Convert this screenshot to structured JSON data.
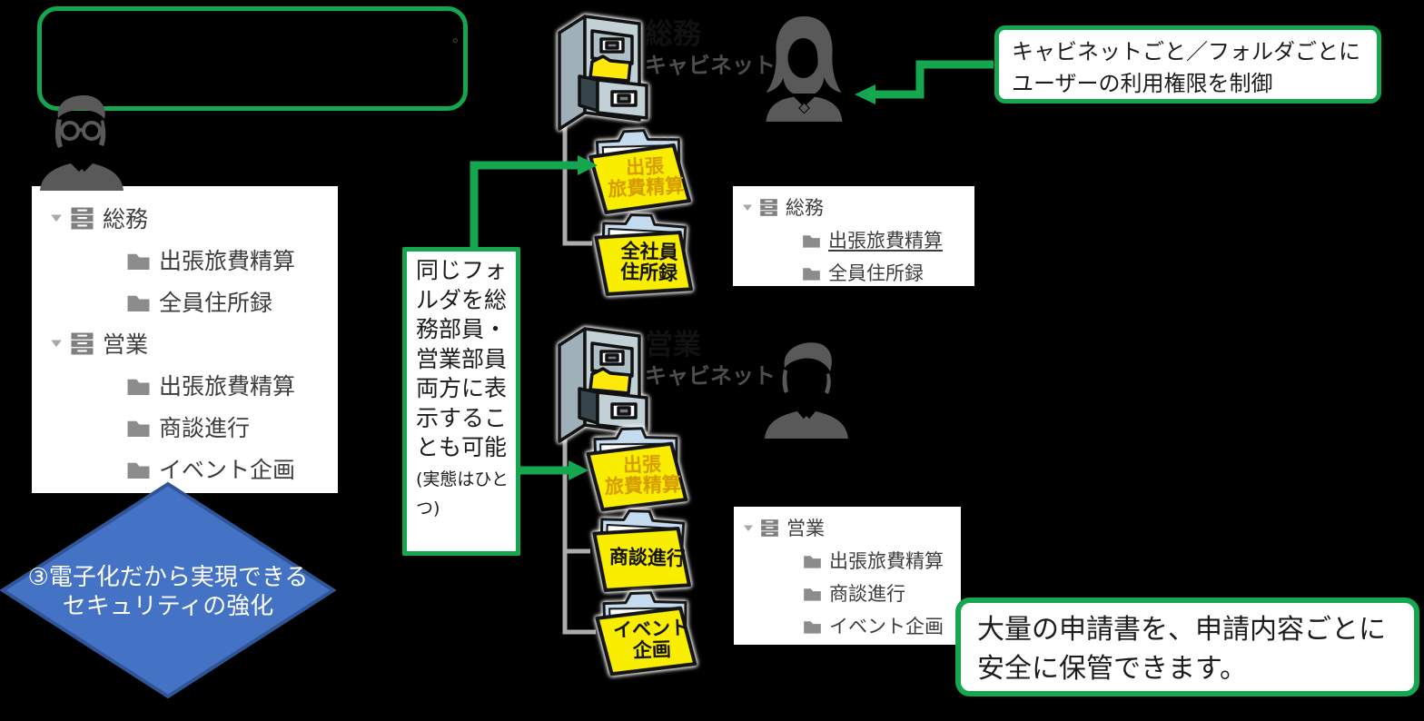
{
  "colors": {
    "accent_green": "#14A750",
    "diamond_fill": "#4472C4",
    "diamond_border": "#2F5597",
    "folder_yellow": "#F9ED00",
    "folder_tab_blue": "#C5DCF0",
    "shared_folder_text_orange": "#D69C00",
    "tree_icon_gray": "#7F7F7F",
    "connector_gray": "#ACACAC",
    "silhouette_gray": "#595959"
  },
  "speech_bubble": {
    "visible_char": "。"
  },
  "diamond": {
    "line1": "③電子化だから実現できる",
    "line2": "セキュリティの強化"
  },
  "left_tree": {
    "items": [
      {
        "type": "cabinet",
        "label": "総務"
      },
      {
        "type": "folder",
        "label": "出張旅費精算"
      },
      {
        "type": "folder",
        "label": "全員住所録"
      },
      {
        "type": "cabinet",
        "label": "営業"
      },
      {
        "type": "folder",
        "label": "出張旅費精算"
      },
      {
        "type": "folder",
        "label": "商談進行"
      },
      {
        "type": "folder",
        "label": "イベント企画"
      }
    ]
  },
  "cabinets": {
    "somu": {
      "title": "総務",
      "subtitle": "キャビネット",
      "folders": [
        {
          "line1": "出張",
          "line2": "旅費精算"
        },
        {
          "line1": "全社員",
          "line2": "住所録"
        }
      ]
    },
    "eigyo": {
      "title": "営業",
      "subtitle": "キャビネット",
      "folders": [
        {
          "line1": "出張",
          "line2": "旅費精算"
        },
        {
          "line1": "商談進行",
          "line2": ""
        },
        {
          "line1": "イベント",
          "line2": "企画"
        }
      ]
    }
  },
  "right_trees": {
    "somu": {
      "items": [
        {
          "type": "cabinet",
          "label": "総務"
        },
        {
          "type": "folder",
          "label": "出張旅費精算",
          "underline": true
        },
        {
          "type": "folder",
          "label": "全員住所録"
        }
      ]
    },
    "eigyo": {
      "items": [
        {
          "type": "cabinet",
          "label": "営業"
        },
        {
          "type": "folder",
          "label": "出張旅費精算"
        },
        {
          "type": "folder",
          "label": "商談進行"
        },
        {
          "type": "folder",
          "label": "イベント企画"
        }
      ]
    }
  },
  "callouts": {
    "permission": {
      "line1": "キャビネットごと／フォルダごとに",
      "line2": "ユーザーの利用権限を制御"
    },
    "shared_folder": {
      "text": "同じフォルダを総務部員・営業部員両方に表示することも可能 ",
      "note": "(実態はひとつ)"
    },
    "storage": {
      "line1": "大量の申請書を、申請内容ごとに",
      "line2": "安全に保管できます。"
    }
  }
}
